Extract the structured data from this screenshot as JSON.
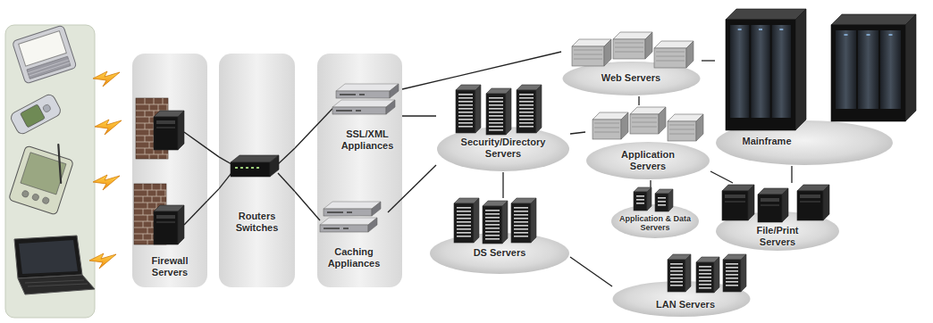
{
  "diagram": {
    "nodes": [
      {
        "text": [
          "Firewall Servers"
        ]
      },
      {
        "text": [
          "Routers Switches"
        ]
      },
      {
        "text": [
          "SSL/XML Appliances"
        ]
      },
      {
        "text": [
          "Caching Appliances"
        ]
      },
      {
        "text": [
          "Web Servers"
        ]
      },
      {
        "text": [
          "Security/Directory Servers"
        ]
      },
      {
        "text": [
          "Mainframe"
        ]
      },
      {
        "text": [
          "Application Servers"
        ]
      },
      {
        "text": [
          "Application & Data Servers"
        ]
      },
      {
        "text": [
          "File/Print Servers"
        ]
      },
      {
        "text": [
          "DS Servers"
        ]
      },
      {
        "text": [
          "LAN Servers"
        ]
      }
    ],
    "edges": [
      {
        "from": 0,
        "to": 1,
        "arrow": "none"
      },
      {
        "from": 0,
        "to": 1,
        "arrow": "none"
      },
      {
        "from": 1,
        "to": 2,
        "arrow": "none"
      },
      {
        "from": 1,
        "to": 3,
        "arrow": "none"
      },
      {
        "from": 2,
        "to": 4,
        "arrow": "none"
      },
      {
        "from": 2,
        "to": 5,
        "arrow": "none"
      },
      {
        "from": 3,
        "to": 5,
        "arrow": "none"
      },
      {
        "from": 4,
        "to": 7,
        "arrow": "none"
      },
      {
        "from": 4,
        "to": 6,
        "arrow": "none"
      },
      {
        "from": 5,
        "to": 7,
        "arrow": "none"
      },
      {
        "from": 7,
        "to": 8,
        "arrow": "none"
      },
      {
        "from": 7,
        "to": 9,
        "arrow": "none"
      },
      {
        "from": 6,
        "to": 9,
        "arrow": "none"
      },
      {
        "from": 5,
        "to": 10,
        "arrow": "none"
      },
      {
        "from": 10,
        "to": 11,
        "arrow": "none"
      }
    ]
  }
}
